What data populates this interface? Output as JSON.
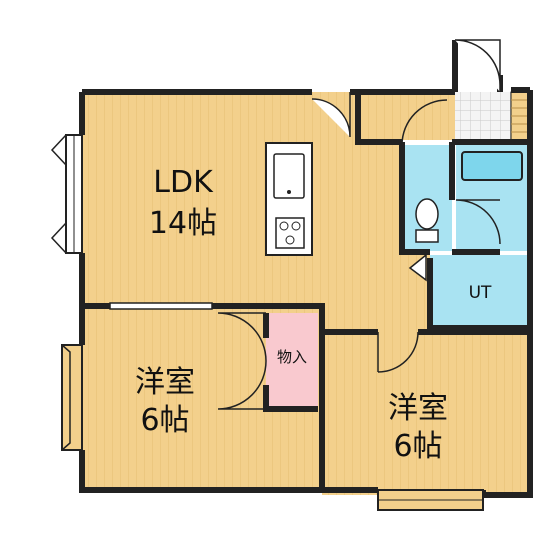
{
  "rooms": {
    "ldk": {
      "name": "LDK",
      "size": "14帖"
    },
    "western1": {
      "name": "洋室",
      "size": "6帖"
    },
    "western2": {
      "name": "洋室",
      "size": "6帖"
    },
    "closet": {
      "name": "物入"
    },
    "utility": {
      "name": "UT"
    }
  },
  "colors": {
    "floor": "#F3D08C",
    "floor_grain": "#E6BE72",
    "wet_area": "#A9E3F2",
    "closet": "#F9C9CF",
    "wall": "#222222",
    "background": "#FFFFFF"
  }
}
